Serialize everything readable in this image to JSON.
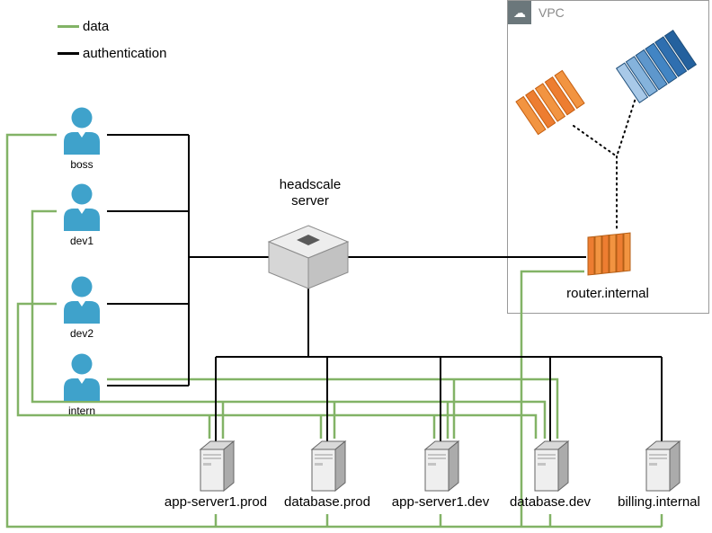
{
  "legend": {
    "items": [
      {
        "label": "data",
        "color": "#82B366"
      },
      {
        "label": "authentication",
        "color": "#000000"
      }
    ]
  },
  "users": [
    {
      "label": "boss"
    },
    {
      "label": "dev1"
    },
    {
      "label": "dev2"
    },
    {
      "label": "intern"
    }
  ],
  "hub": {
    "label_line1": "headscale",
    "label_line2": "server"
  },
  "vpc": {
    "label": "VPC",
    "cloud_icon": "☁",
    "router": {
      "label": "router.internal"
    }
  },
  "servers": [
    {
      "label": "app-server1.prod"
    },
    {
      "label": "database.prod"
    },
    {
      "label": "app-server1.dev"
    },
    {
      "label": "database.dev"
    },
    {
      "label": "billing.internal"
    }
  ],
  "colors": {
    "data_line": "#82B366",
    "auth_line": "#000000",
    "user_icon": "#3FA2CB",
    "stack_orange": "#ED7D31",
    "stack_blue": "#2E74B5",
    "vpc_tab": "#6B777B"
  }
}
